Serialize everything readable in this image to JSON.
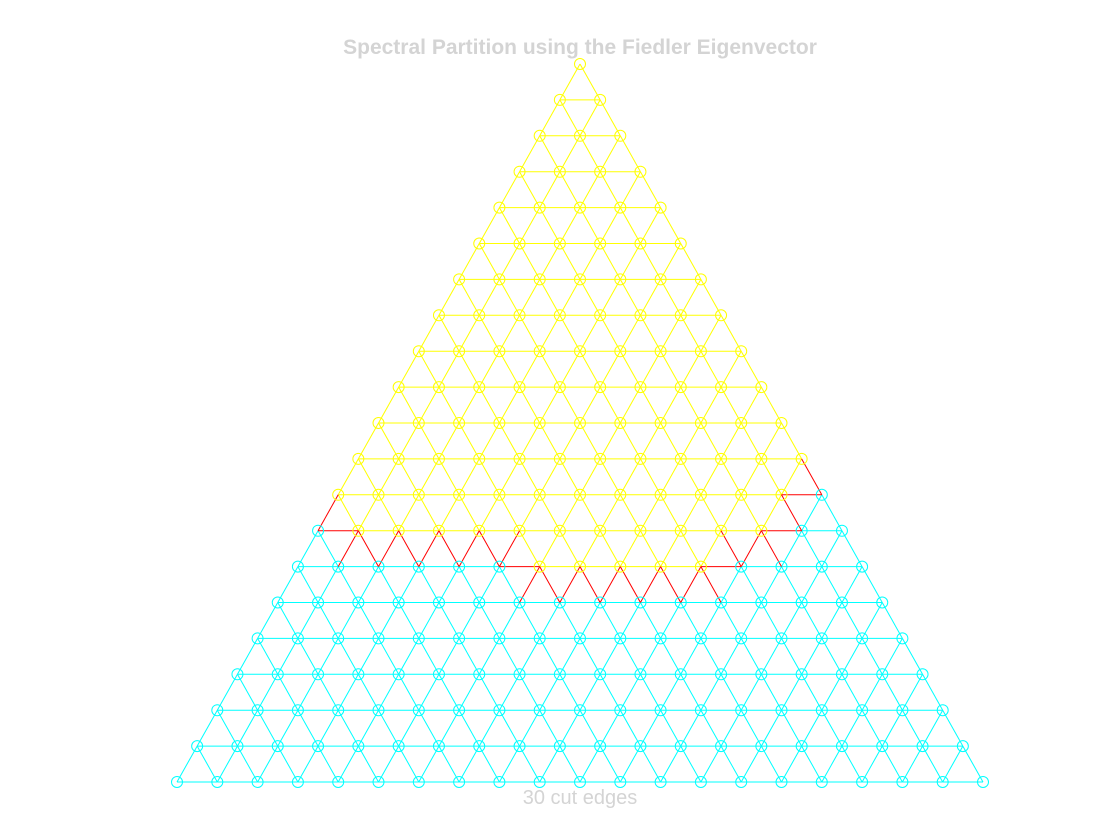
{
  "figure": {
    "title": "Spectral Partition using the Fiedler Eigenvector",
    "xlabel": "30 cut edges"
  },
  "graph": {
    "mesh": "triangular",
    "rows": 20,
    "cut_edge_count": 30,
    "cut_start_row": 12,
    "cut_dip_row": 14,
    "dip_from": 6,
    "dip_to": 10
  },
  "colors": {
    "part_a": "#ffff00",
    "part_b": "#00ffff",
    "cut": "#ff0000",
    "text": "#d4d4d4",
    "background": "#ffffff"
  }
}
